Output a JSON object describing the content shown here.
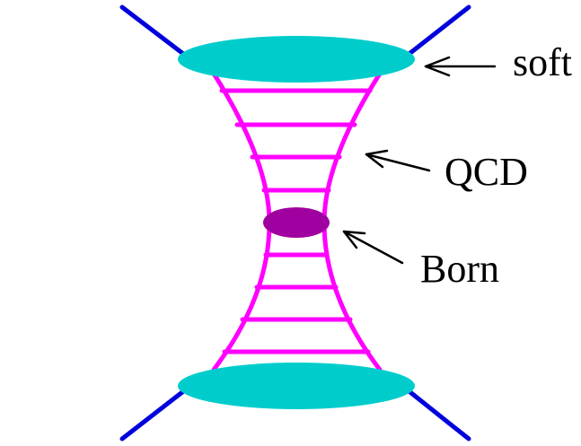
{
  "labels": {
    "soft": "soft",
    "qcd": "QCD",
    "born": "Born"
  },
  "colors": {
    "external_lines": "#0000dd",
    "soft_blob": "#00cccc",
    "ladder": "#ff00ff",
    "born_blob": "#a000a0",
    "arrows": "#000000"
  }
}
